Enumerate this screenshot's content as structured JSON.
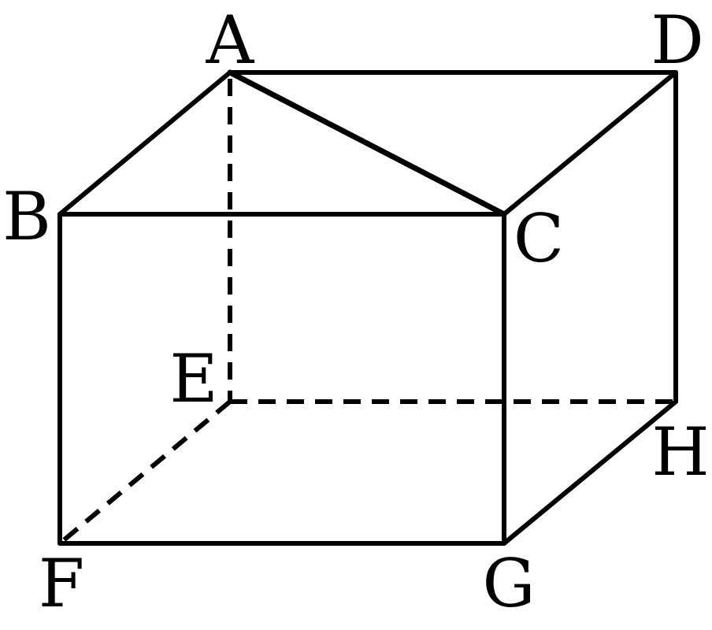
{
  "figure": {
    "vertices": {
      "A": "A",
      "B": "B",
      "C": "C",
      "D": "D",
      "E": "E",
      "F": "F",
      "G": "G",
      "H": "H"
    },
    "colors": {
      "stroke": "#000000",
      "background": "#ffffff"
    }
  }
}
